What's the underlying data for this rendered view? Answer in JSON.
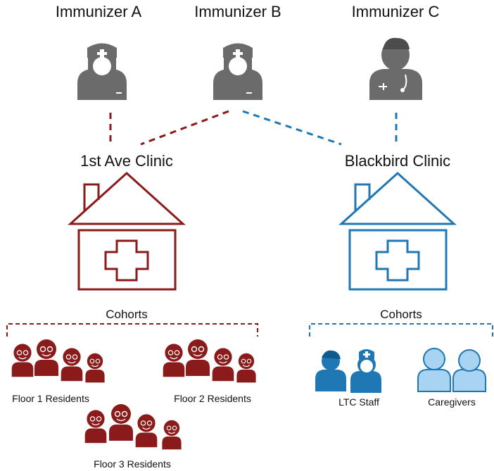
{
  "immunizers": [
    {
      "label": "Immunizer A",
      "icon": "female-nurse-icon"
    },
    {
      "label": "Immunizer B",
      "icon": "female-nurse-icon"
    },
    {
      "label": "Immunizer C",
      "icon": "male-doctor-icon"
    }
  ],
  "clinics": [
    {
      "label": "1st Ave Clinic",
      "color": "#8b1a1a",
      "icon": "clinic-house-icon"
    },
    {
      "label": "Blackbird Clinic",
      "color": "#1f77b4",
      "icon": "clinic-house-icon"
    }
  ],
  "cohorts": [
    {
      "label": "Cohorts",
      "groups": [
        "Floor 1 Residents",
        "Floor 2 Residents",
        "Floor 3 Residents"
      ],
      "icon": "elderly-residents-icon"
    },
    {
      "label": "Cohorts",
      "groups": [
        "LTC Staff",
        "Caregivers"
      ],
      "icons": [
        "ltc-staff-icon",
        "caregivers-icon"
      ]
    }
  ],
  "colors": {
    "immunizer_gray": "#6b6b6b",
    "red": "#8b1a1a",
    "blue": "#1f77b4",
    "light_blue": "#a9d4f1"
  }
}
